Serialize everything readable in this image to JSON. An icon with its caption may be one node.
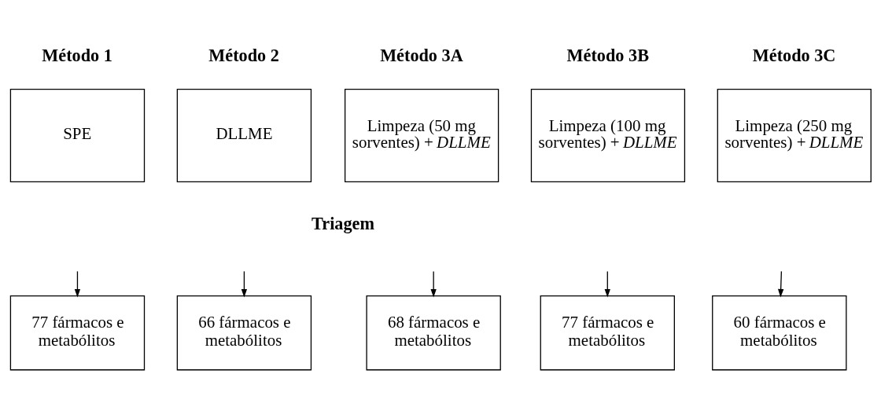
{
  "diagram": {
    "nodes": [
      {
        "text": [
          "Método 1",
          "SPE"
        ]
      },
      {
        "text": [
          "Método 2",
          "DLLME"
        ]
      },
      {
        "text": [
          "Método 3A",
          "Limpeza (50 mg sorventes) + *DLLME*"
        ]
      },
      {
        "text": [
          "Método 3B",
          "Limpeza (100 mg sorventes) + *DLLME*"
        ]
      },
      {
        "text": [
          "Método 3C",
          "Limpeza (250 mg sorventes) + *DLLME*"
        ]
      },
      {
        "text": [
          "77 fármacos e metabólitos"
        ]
      },
      {
        "text": [
          "66 fármacos e metabólitos"
        ]
      },
      {
        "text": [
          "68 fármacos e metabólitos"
        ]
      },
      {
        "text": [
          "77 fármacos e metabólitos"
        ]
      },
      {
        "text": [
          "60 fármacos e metabólitos"
        ]
      }
    ],
    "edges": [
      {
        "from": null,
        "to": 5,
        "arrow": "to"
      },
      {
        "from": null,
        "to": 6,
        "arrow": "to"
      },
      {
        "from": null,
        "to": 7,
        "arrow": "to"
      },
      {
        "from": null,
        "to": 8,
        "arrow": "to"
      },
      {
        "from": null,
        "to": 9,
        "arrow": "to"
      }
    ],
    "labels": [
      "Triagem"
    ]
  }
}
